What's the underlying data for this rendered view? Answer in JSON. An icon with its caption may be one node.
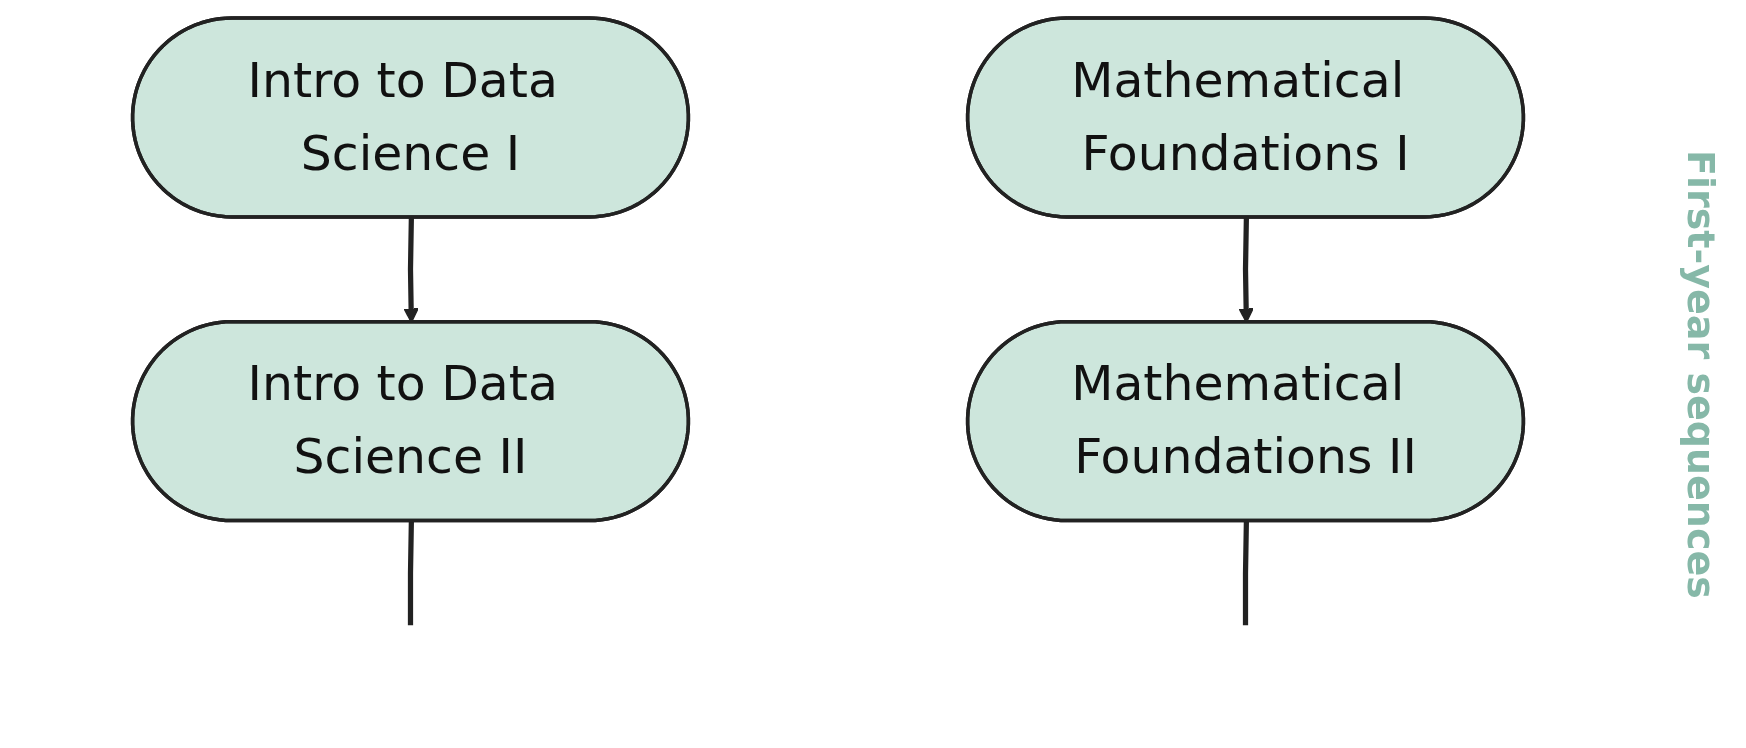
{
  "diagram": {
    "nodes": [
      {
        "text": [
          "Intro to Data Science I"
        ]
      },
      {
        "text": [
          "Intro to Data Science II"
        ]
      },
      {
        "text": [
          "Mathematical Foundations I"
        ]
      },
      {
        "text": [
          "Mathematical Foundations II"
        ]
      }
    ],
    "edges": [
      {
        "from": 0,
        "to": 1,
        "arrow": "to"
      },
      {
        "from": 2,
        "to": 3,
        "arrow": "to"
      },
      {
        "from": 1,
        "to": null,
        "arrow": "none"
      },
      {
        "from": 3,
        "to": null,
        "arrow": "none"
      }
    ],
    "labels": [
      "First-year sequences"
    ]
  }
}
